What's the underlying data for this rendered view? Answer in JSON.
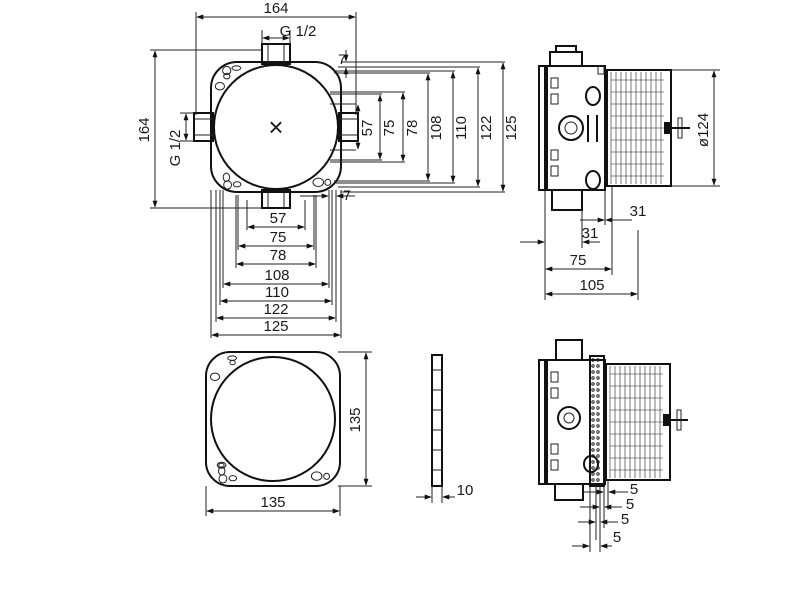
{
  "front_view": {
    "dims": {
      "width_164": "164",
      "height_164": "164",
      "thread_top": "G 1/2",
      "thread_left": "G 1/2",
      "gap_7_top": "7",
      "gap_7_bottom": "7",
      "v57": "57",
      "v75": "75",
      "v78": "78",
      "v108": "108",
      "v110": "110",
      "v122": "122",
      "v125": "125",
      "h57": "57",
      "h75": "75",
      "h78": "78",
      "h108": "108",
      "h110": "110",
      "h122": "122",
      "h125": "125"
    },
    "center_mark": "×"
  },
  "side_view_top": {
    "dims": {
      "diameter": "ø124",
      "d31_a": "31",
      "d31_b": "31",
      "d75": "75",
      "d105": "105"
    }
  },
  "plate_view": {
    "dims": {
      "height": "135",
      "width": "135"
    }
  },
  "plate_edge_view": {
    "dims": {
      "thickness": "10"
    }
  },
  "side_view_bottom": {
    "dims": {
      "s5_a": "5",
      "s5_b": "5",
      "s5_c": "5",
      "s5_d": "5"
    }
  }
}
